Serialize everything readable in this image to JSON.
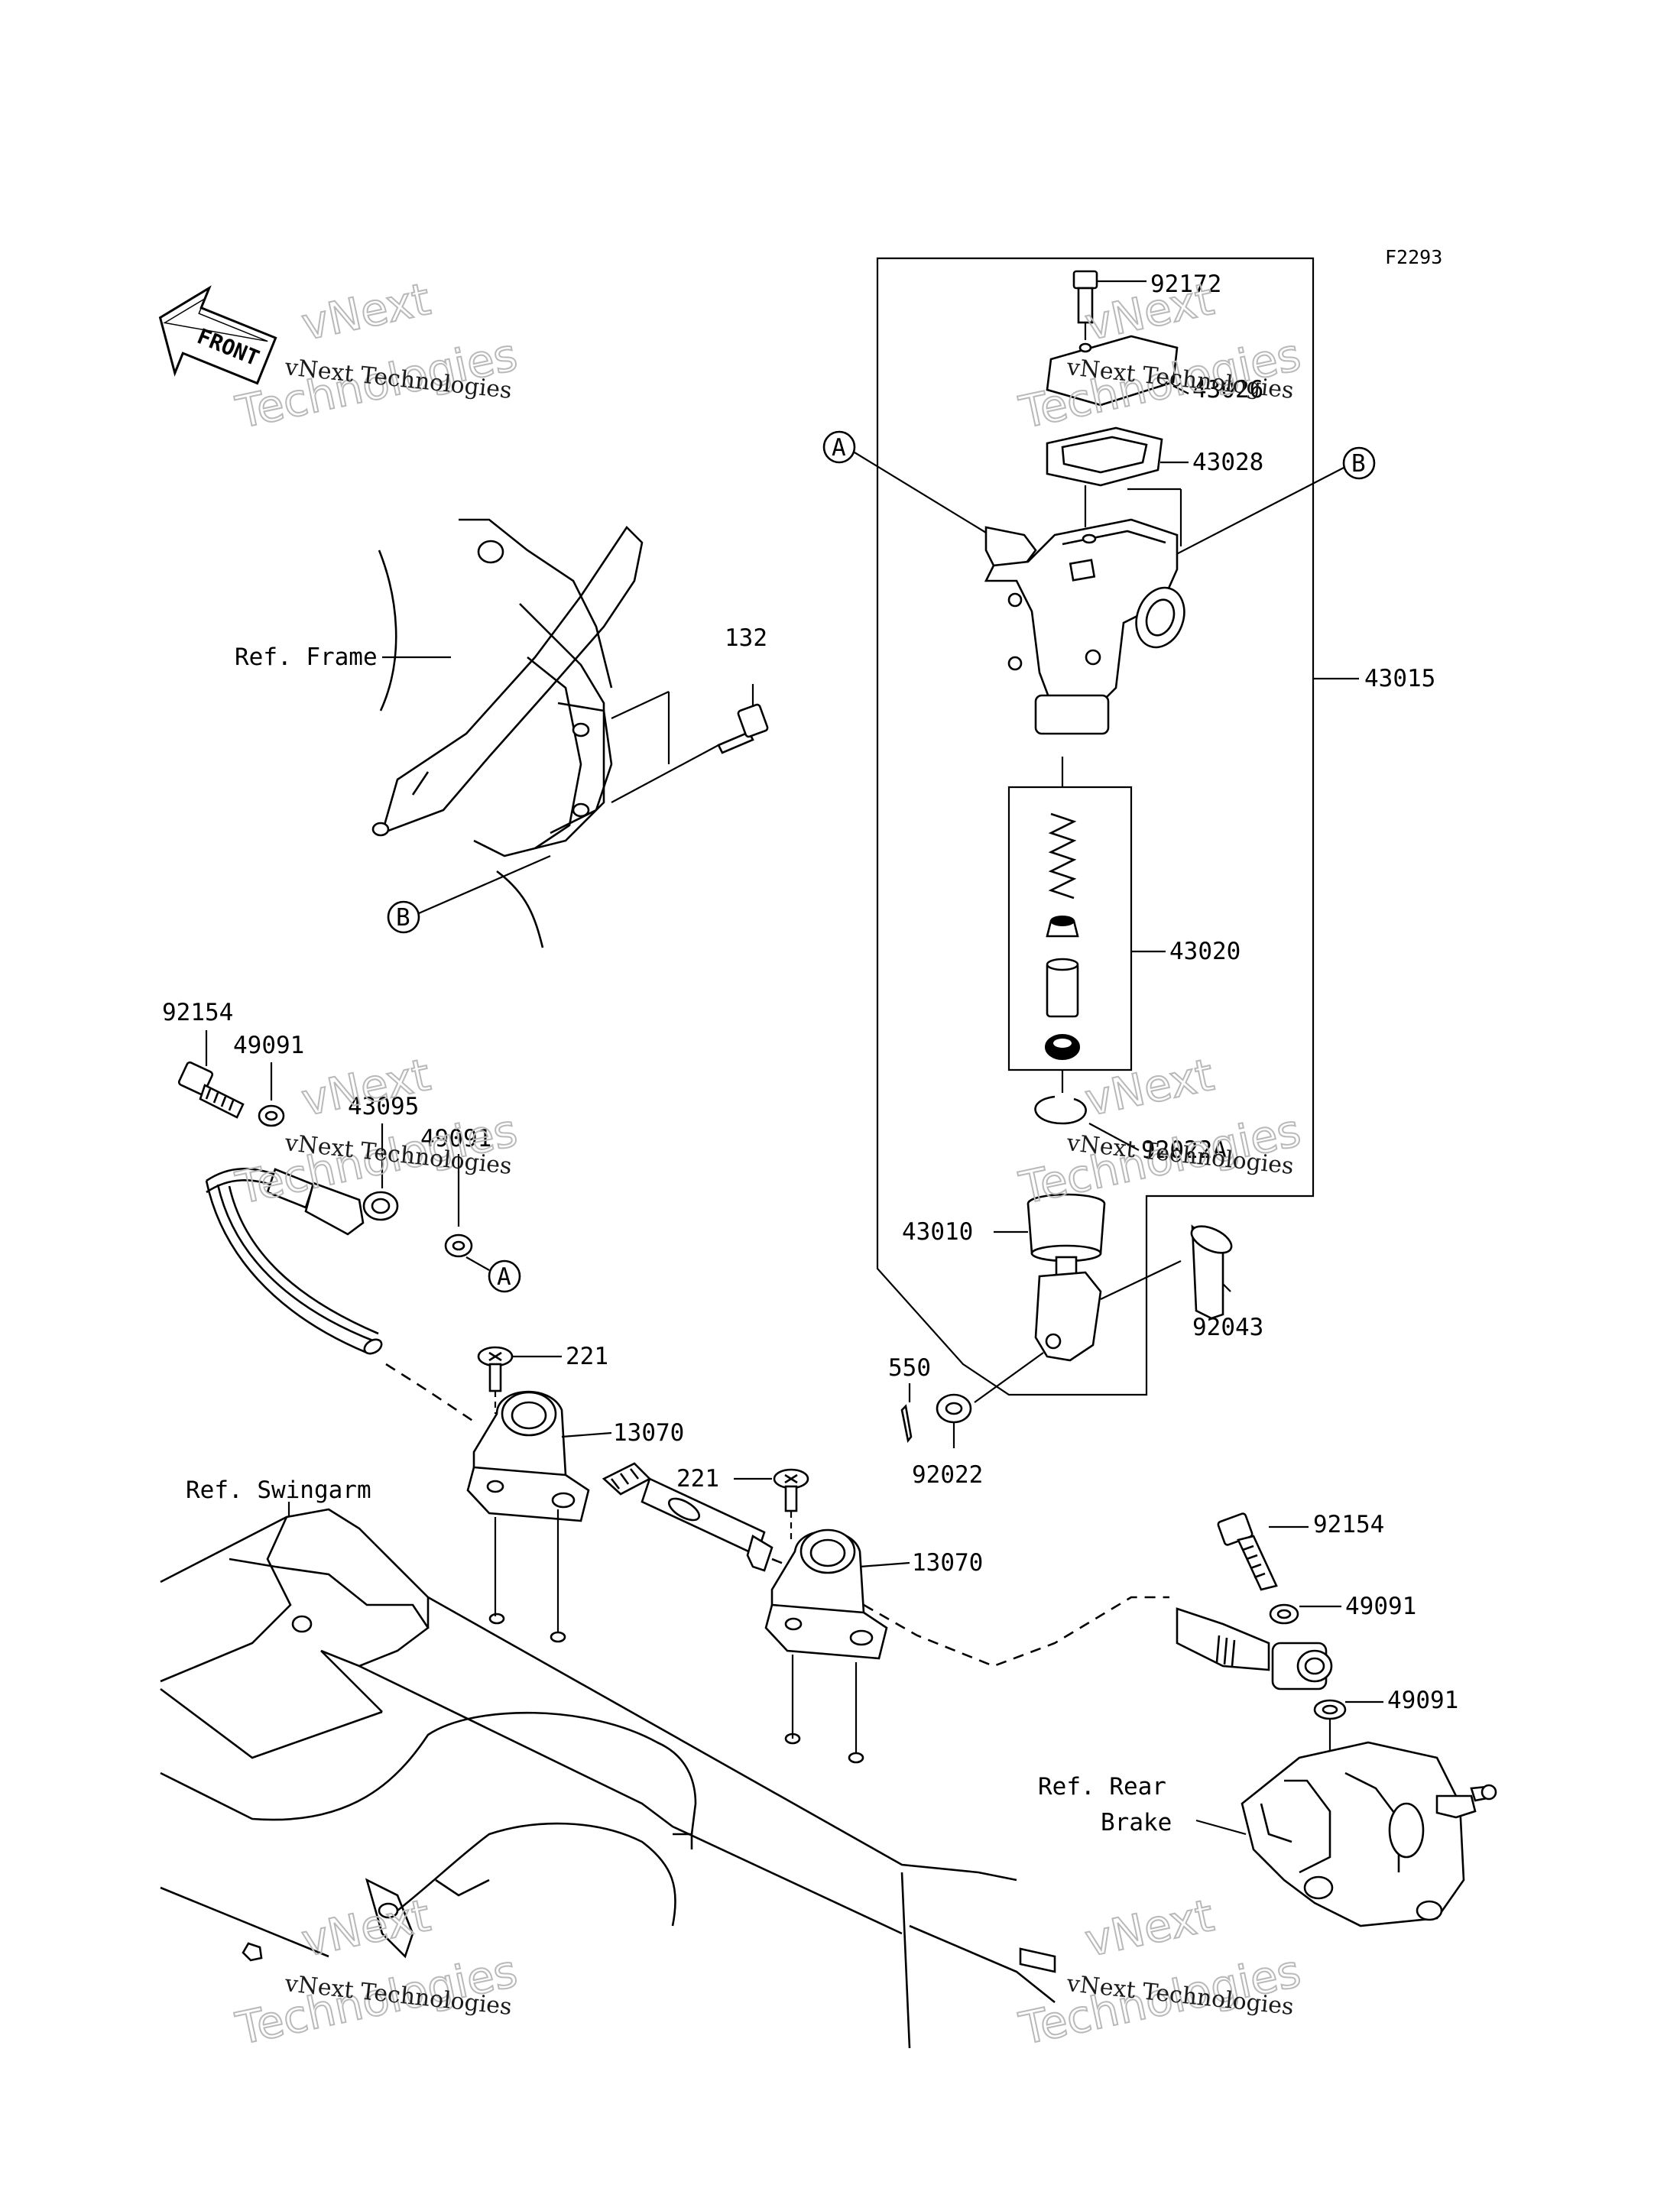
{
  "diagram_code": "F2293",
  "front_label": "FRONT",
  "watermark": {
    "line1": "vNext Technologies",
    "line2": "vNext",
    "line3": "Technologies"
  },
  "refs": {
    "frame": "Ref. Frame",
    "swingarm": "Ref. Swingarm",
    "rear_brake_line1": "Ref. Rear",
    "rear_brake_line2": "Brake"
  },
  "markers": {
    "a": "A",
    "b": "B"
  },
  "parts": {
    "p92172": "92172",
    "p43026": "43026",
    "p43028": "43028",
    "p43015": "43015",
    "p43020": "43020",
    "p92022a": "92022A",
    "p43010": "43010",
    "p92043": "92043",
    "p550": "550",
    "p92022": "92022",
    "p132": "132",
    "p92154_top": "92154",
    "p49091_top": "49091",
    "p43095": "43095",
    "p49091_mid": "49091",
    "p221_left": "221",
    "p13070_left": "13070",
    "p221_right": "221",
    "p13070_right": "13070",
    "p92154_bot": "92154",
    "p49091_bot1": "49091",
    "p49091_bot2": "49091"
  }
}
